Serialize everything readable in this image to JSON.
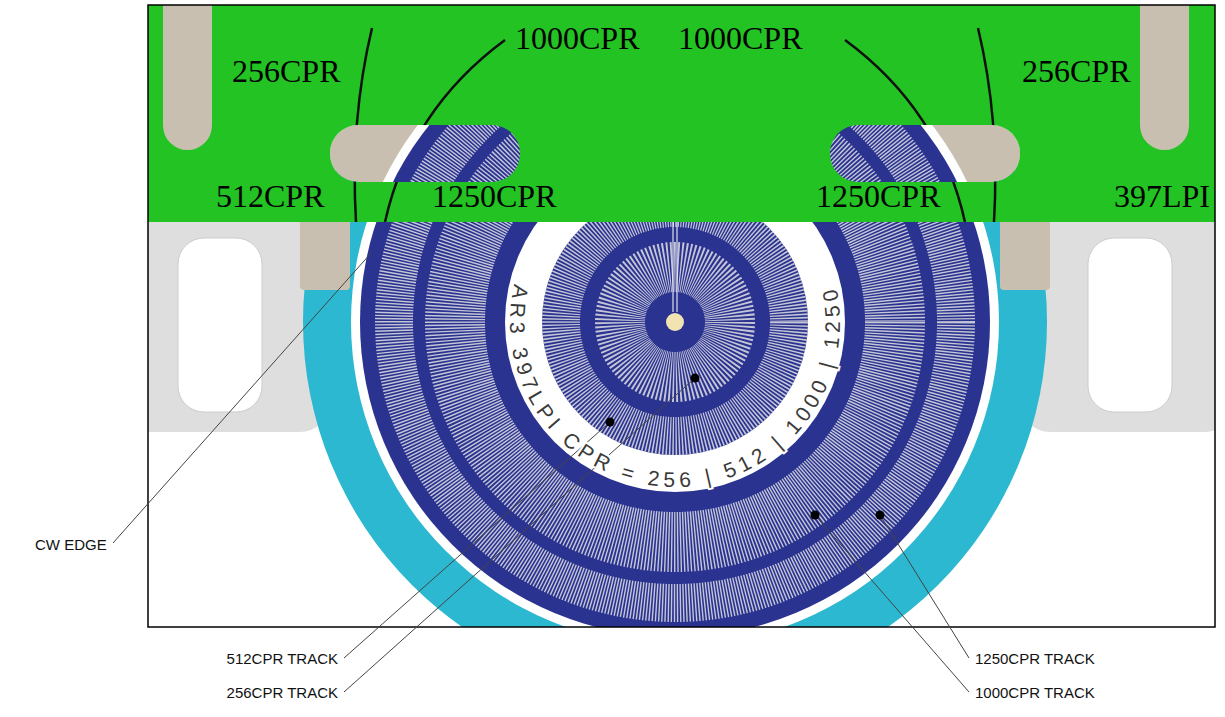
{
  "diagram": {
    "nodes": [
      {
        "text": [
          "256CPR",
          "1000CPR",
          "1000CPR",
          "256CPR",
          "512CPR",
          "1250CPR",
          "1250CPR",
          "397LPI"
        ]
      }
    ],
    "labels": [
      "CW EDGE",
      "AR3 397LPI CPR = 256 | 512 | 1000 | 1250",
      "512CPR TRACK",
      "256CPR TRACK",
      "1250CPR TRACK",
      "1000CPR TRACK"
    ]
  }
}
